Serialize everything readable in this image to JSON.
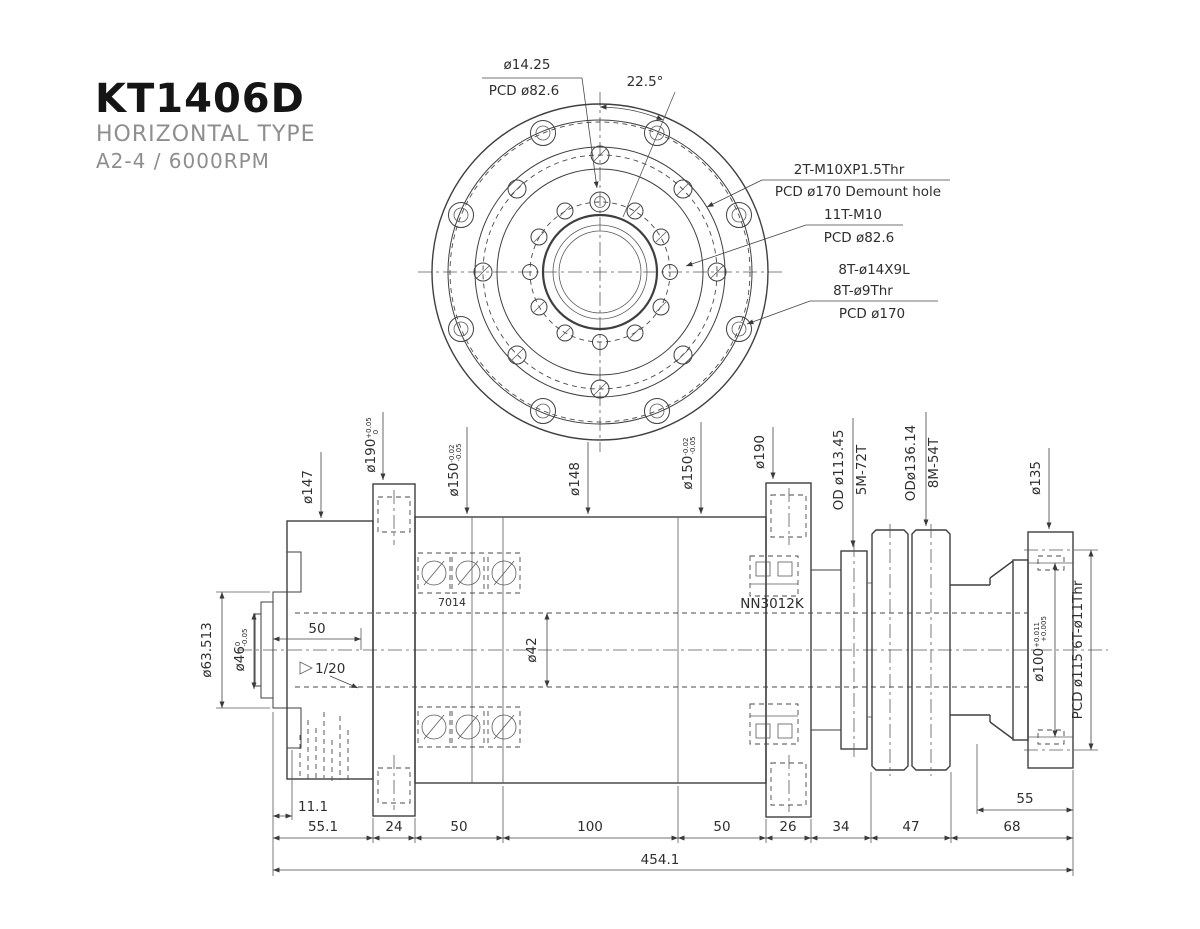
{
  "colors": {
    "line": "#3f3f3f",
    "dim": "#454545",
    "text": "#2e2e2e",
    "subtitle": "#8e8e8e",
    "bg": "#ffffff"
  },
  "title": {
    "model": "KT1406D",
    "type": "HORIZONTAL TYPE",
    "spec": "A2-4 / 6000RPM"
  },
  "front": {
    "hole_dia": "ø14.25",
    "hole_pcd": "PCD ø82.6",
    "angle": "22.5°",
    "demount1": "2T-M10XP1.5Thr",
    "demount2": "PCD ø170 Demount hole",
    "tap1": "11T-M10",
    "tap2": "PCD ø82.6",
    "bolt1": "8T-ø14X9L",
    "bolt2": "8T-ø9Thr",
    "bolt3": "PCD ø170"
  },
  "side": {
    "d147": "ø147",
    "d190a": "ø190",
    "d190a_tol": [
      "+0.05",
      "0"
    ],
    "d150a": "ø150",
    "d150a_tol": [
      "-0.02",
      "-0.05"
    ],
    "d148": "ø148",
    "d150b": "ø150",
    "d150b_tol": [
      "-0.02",
      "-0.05"
    ],
    "d190b": "ø190",
    "od113": "OD ø113.45",
    "gear1": "5M-72T",
    "od136": "ODø136.14",
    "gear2": "8M-54T",
    "d135": "ø135",
    "d63": "ø63.513",
    "d46": "ø46",
    "d46_tol": [
      "0",
      "-0.05"
    ],
    "taper": "1/20",
    "d42": "ø42",
    "bearing_front": "7014",
    "bearing_rear": "NN3012K",
    "d100": "ø100",
    "d100_tol": [
      "+0.011",
      "+0.005"
    ],
    "pcd115": "PCD ø115  6T-ø11Thr"
  },
  "dims": {
    "seg": [
      "55.1",
      "24",
      "50",
      "100",
      "50",
      "26",
      "34",
      "47",
      "68"
    ],
    "total": "454.1",
    "len55": "55",
    "len50": "50",
    "len11": "11.1"
  }
}
